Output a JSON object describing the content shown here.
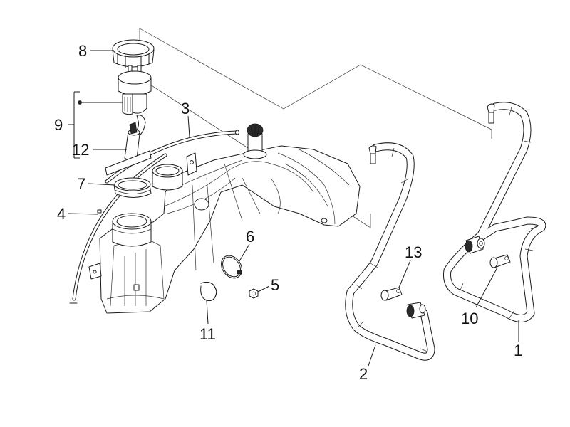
{
  "diagram": {
    "type": "exploded-parts-view",
    "subject": "fuel tank assembly",
    "line_color": "#1a1a1a",
    "background": "#ffffff",
    "callouts": [
      {
        "id": "1",
        "label": "1",
        "part": "hose"
      },
      {
        "id": "2",
        "label": "2",
        "part": "hose"
      },
      {
        "id": "3",
        "label": "3",
        "part": "tube"
      },
      {
        "id": "4",
        "label": "4",
        "part": "tube"
      },
      {
        "id": "5",
        "label": "5",
        "part": "nut"
      },
      {
        "id": "6",
        "label": "6",
        "part": "hose clamp"
      },
      {
        "id": "7",
        "label": "7",
        "part": "gasket ring"
      },
      {
        "id": "8",
        "label": "8",
        "part": "ring nut"
      },
      {
        "id": "9",
        "label": "9",
        "part": "fuel pump assembly (group)"
      },
      {
        "id": "10",
        "label": "10",
        "part": "clip"
      },
      {
        "id": "11",
        "label": "11",
        "part": "clamp"
      },
      {
        "id": "12",
        "label": "12",
        "part": "fuel filter"
      },
      {
        "id": "13",
        "label": "13",
        "part": "clip"
      }
    ]
  }
}
